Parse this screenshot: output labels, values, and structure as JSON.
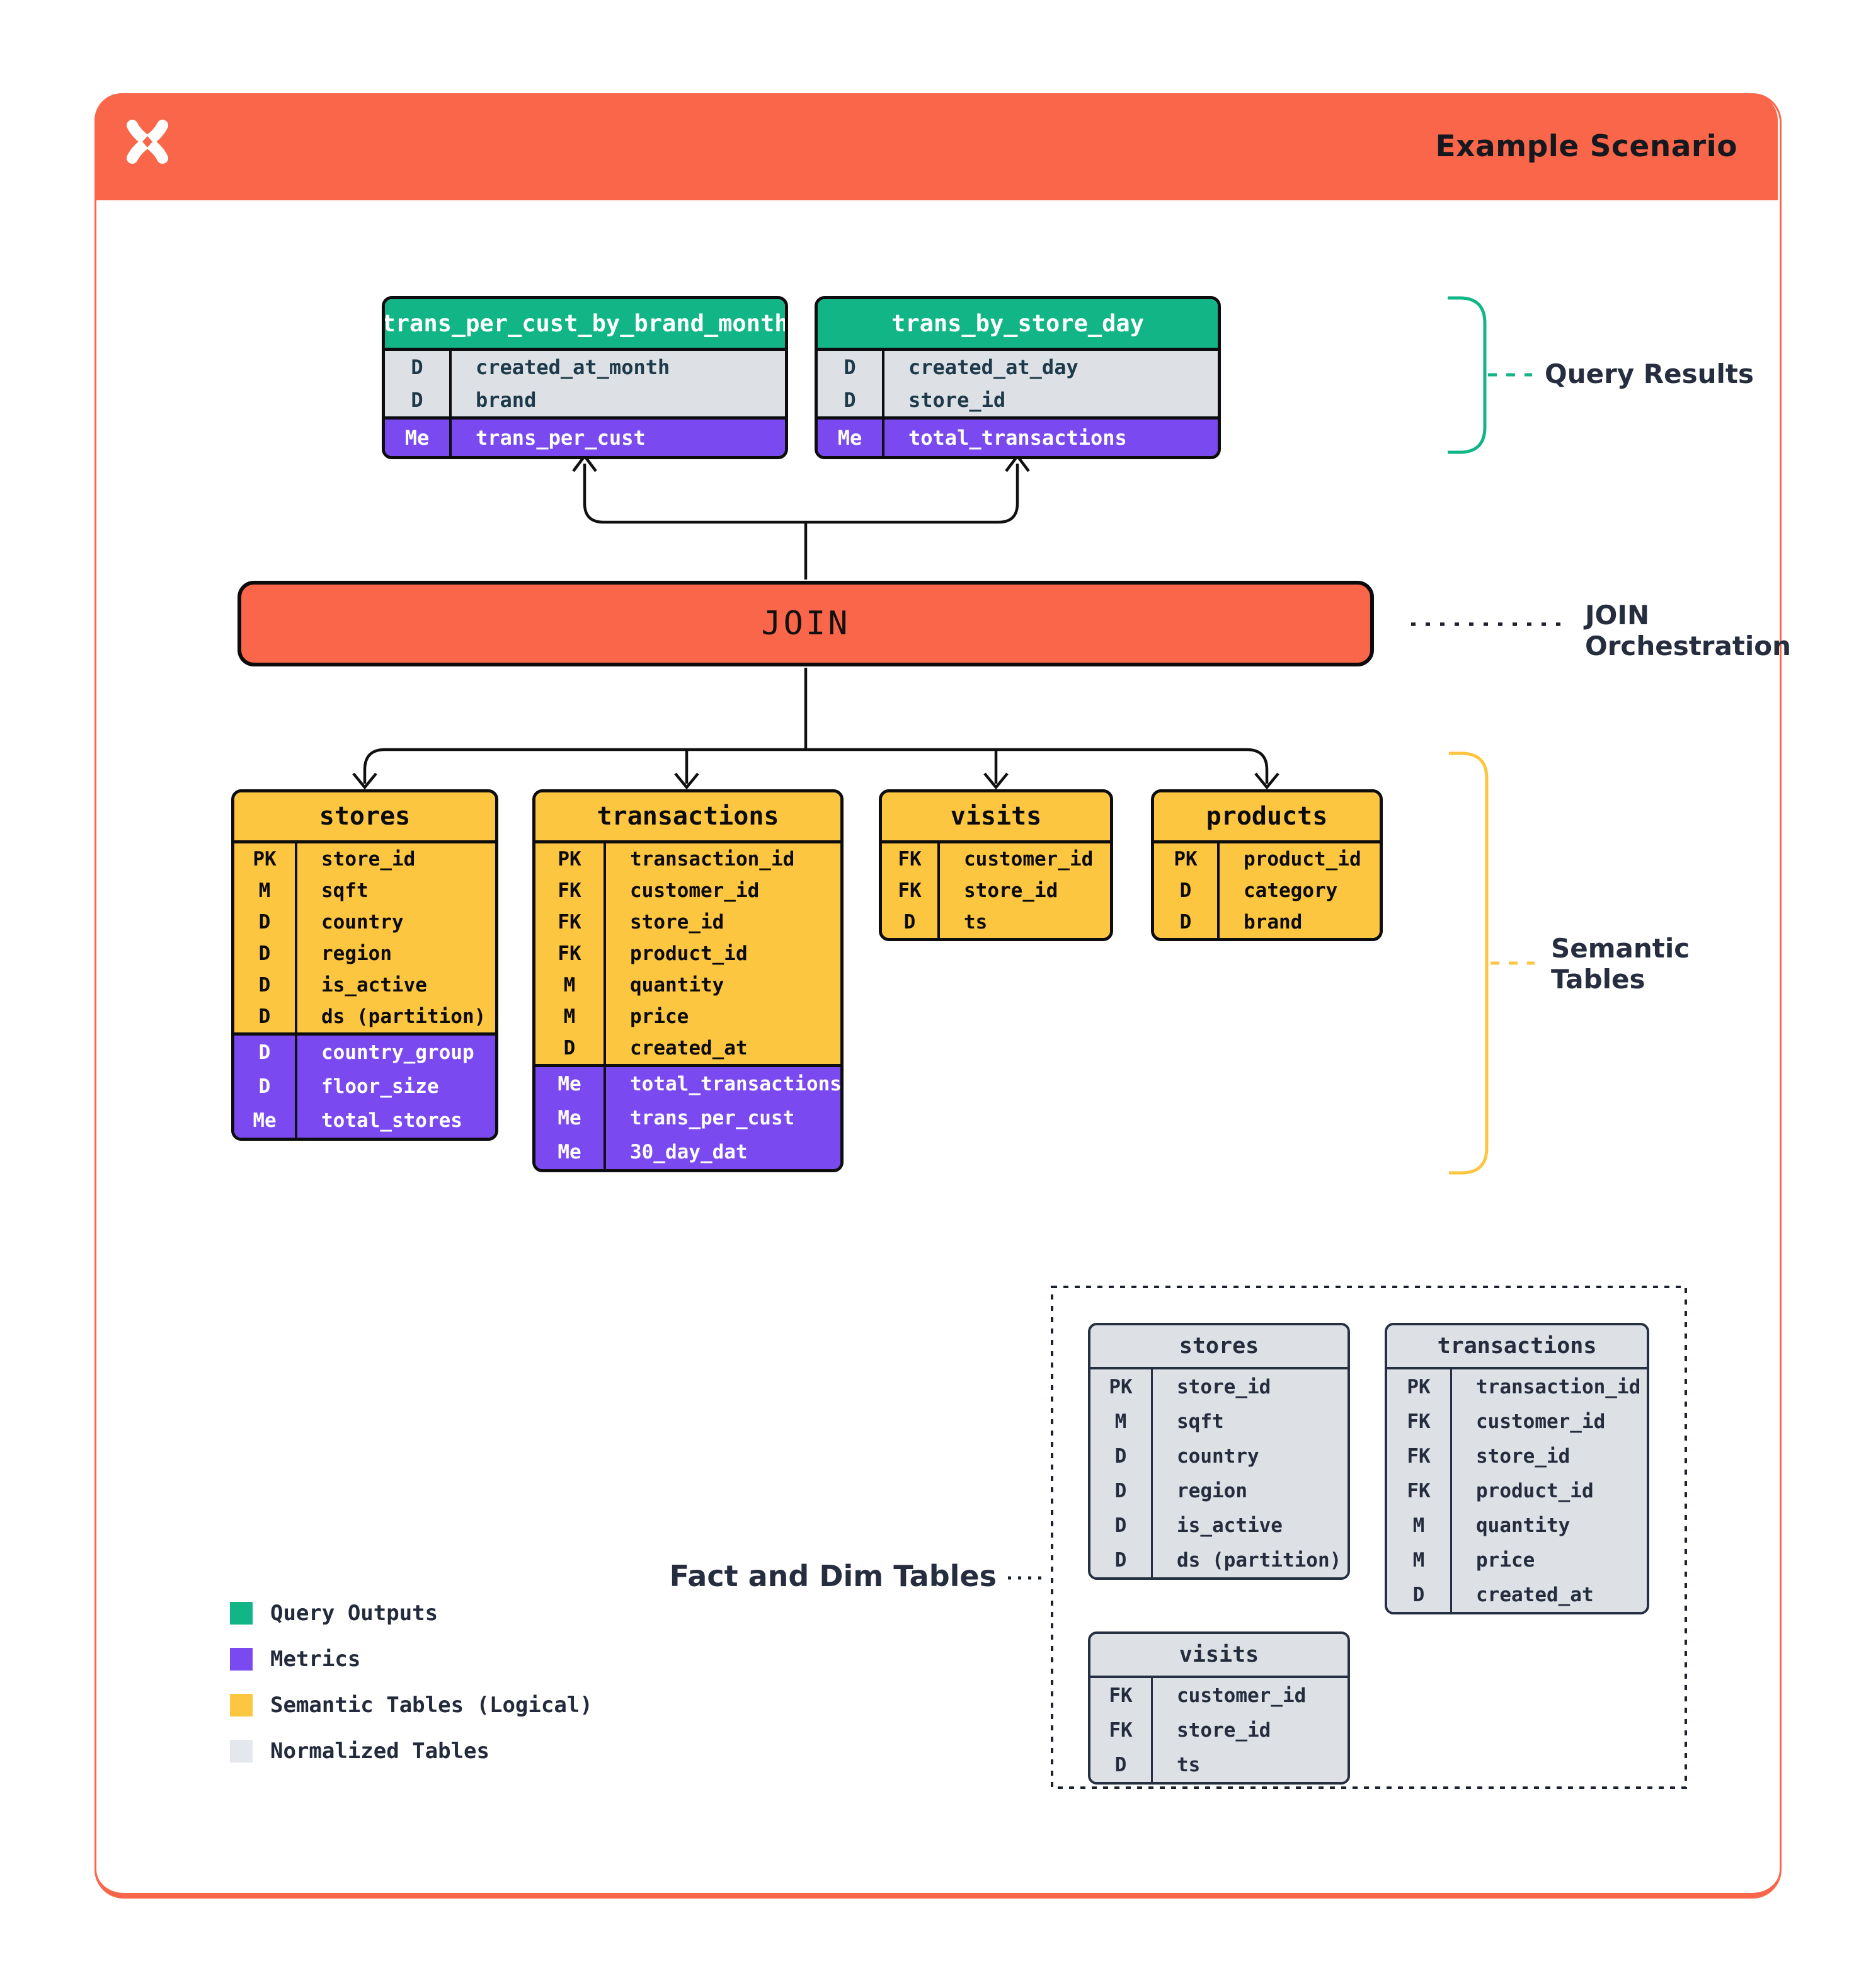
{
  "header": {
    "title": "Example Scenario",
    "bar_color": "#FA6649",
    "logo": "dexters-x-logo"
  },
  "join": {
    "label": "JOIN"
  },
  "annotations": {
    "query_results": {
      "label": "Query Results",
      "bracket_color": "#12B586"
    },
    "join_orchestration": {
      "line1": "JOIN",
      "line2": "Orchestration"
    },
    "semantic_tables": {
      "line1": "Semantic",
      "line2": "Tables",
      "bracket_color": "#FDC640"
    },
    "fact_dim": {
      "label": "Fact and Dim Tables"
    }
  },
  "legend": {
    "items": [
      {
        "label": "Query Outputs",
        "color": "#12B586"
      },
      {
        "label": "Metrics",
        "color": "#7A49F0"
      },
      {
        "label": "Semantic Tables (Logical)",
        "color": "#FDC640"
      },
      {
        "label": "Normalized Tables",
        "color": "#E4E7EB"
      }
    ]
  },
  "tables": {
    "query_outputs": [
      {
        "name": "trans_per_cust_by_brand_month",
        "rows": [
          [
            "D",
            "created_at_month"
          ],
          [
            "D",
            "brand"
          ]
        ],
        "metrics": [
          [
            "Me",
            "trans_per_cust"
          ]
        ]
      },
      {
        "name": "trans_by_store_day",
        "rows": [
          [
            "D",
            "created_at_day"
          ],
          [
            "D",
            "store_id"
          ]
        ],
        "metrics": [
          [
            "Me",
            "total_transactions"
          ]
        ]
      }
    ],
    "semantic": [
      {
        "name": "stores",
        "rows": [
          [
            "PK",
            "store_id"
          ],
          [
            "M",
            "sqft"
          ],
          [
            "D",
            "country"
          ],
          [
            "D",
            "region"
          ],
          [
            "D",
            "is_active"
          ],
          [
            "D",
            "ds (partition)"
          ]
        ],
        "metrics": [
          [
            "D",
            "country_group"
          ],
          [
            "D",
            "floor_size"
          ],
          [
            "Me",
            "total_stores"
          ]
        ]
      },
      {
        "name": "transactions",
        "rows": [
          [
            "PK",
            "transaction_id"
          ],
          [
            "FK",
            "customer_id"
          ],
          [
            "FK",
            "store_id"
          ],
          [
            "FK",
            "product_id"
          ],
          [
            "M",
            "quantity"
          ],
          [
            "M",
            "price"
          ],
          [
            "D",
            "created_at"
          ]
        ],
        "metrics": [
          [
            "Me",
            "total_transactions"
          ],
          [
            "Me",
            "trans_per_cust"
          ],
          [
            "Me",
            "30_day_dat"
          ]
        ]
      },
      {
        "name": "visits",
        "rows": [
          [
            "FK",
            "customer_id"
          ],
          [
            "FK",
            "store_id"
          ],
          [
            "D",
            "ts"
          ]
        ],
        "metrics": []
      },
      {
        "name": "products",
        "rows": [
          [
            "PK",
            "product_id"
          ],
          [
            "D",
            "category"
          ],
          [
            "D",
            "brand"
          ]
        ],
        "metrics": []
      }
    ],
    "normalized": [
      {
        "name": "stores",
        "rows": [
          [
            "PK",
            "store_id"
          ],
          [
            "M",
            "sqft"
          ],
          [
            "D",
            "country"
          ],
          [
            "D",
            "region"
          ],
          [
            "D",
            "is_active"
          ],
          [
            "D",
            "ds (partition)"
          ]
        ]
      },
      {
        "name": "transactions",
        "rows": [
          [
            "PK",
            "transaction_id"
          ],
          [
            "FK",
            "customer_id"
          ],
          [
            "FK",
            "store_id"
          ],
          [
            "FK",
            "product_id"
          ],
          [
            "M",
            "quantity"
          ],
          [
            "M",
            "price"
          ],
          [
            "D",
            "created_at"
          ]
        ]
      },
      {
        "name": "visits",
        "rows": [
          [
            "FK",
            "customer_id"
          ],
          [
            "FK",
            "store_id"
          ],
          [
            "D",
            "ts"
          ]
        ]
      }
    ]
  }
}
